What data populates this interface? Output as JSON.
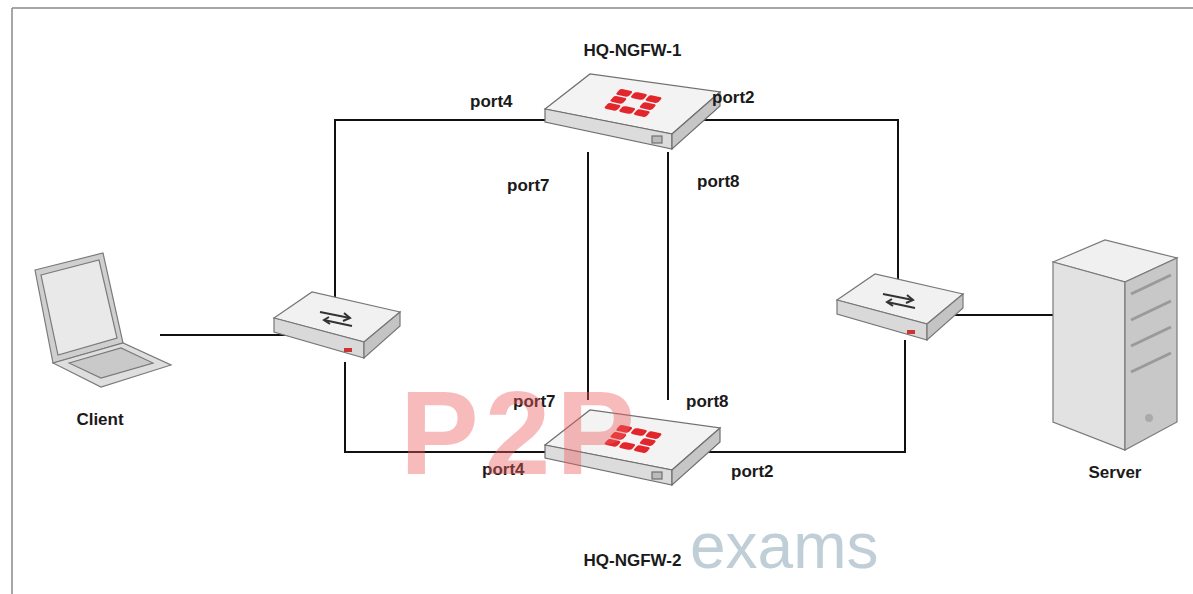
{
  "diagram": {
    "nodes": [
      {
        "text": [
          "HQ-NGFW-1"
        ]
      },
      {
        "text": [
          "HQ-NGFW-2"
        ]
      },
      {
        "text": [
          "Client"
        ]
      },
      {
        "text": [
          "Server"
        ]
      }
    ],
    "edges": [
      {
        "from": 0,
        "to": 1,
        "arrow": "none"
      },
      {
        "from": 0,
        "to": 1,
        "arrow": "none"
      }
    ],
    "labels": [
      "port4",
      "port2",
      "port7",
      "port8",
      "port7",
      "port8",
      "port4",
      "port2",
      "P2P",
      "exams"
    ]
  }
}
